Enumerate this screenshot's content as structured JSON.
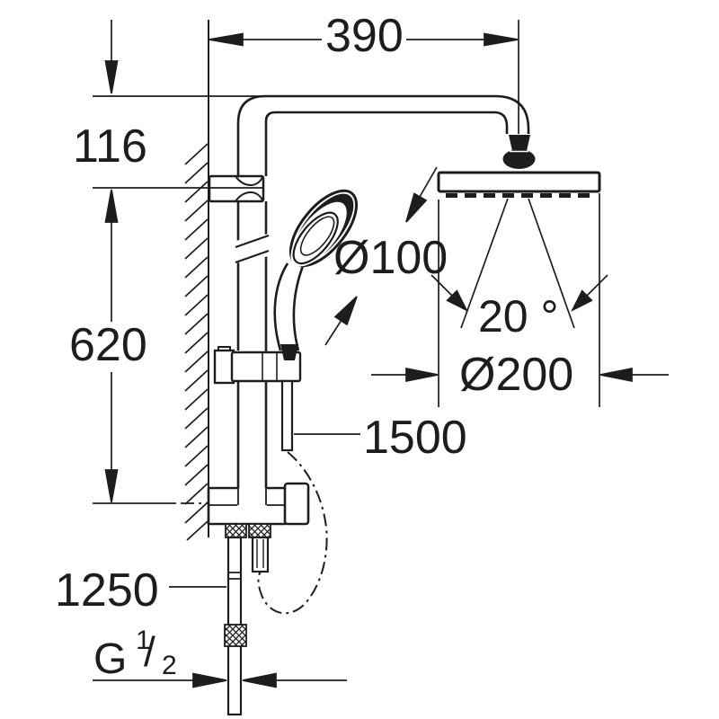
{
  "drawing": {
    "type": "technical-dimension-diagram",
    "subject": "wall-mounted shower system with head shower, hand shower, rail and supply hose",
    "line_color": "#1d1d1b",
    "background_color": "#ffffff",
    "dimensions": {
      "arm_projection": "390",
      "arm_height_offset": "116",
      "rail_mounting_distance": "620",
      "hand_shower_diameter": "Ø100",
      "spray_angle": "20 °",
      "head_shower_diameter": "Ø200",
      "shower_hose_length": "1500",
      "supply_hose_length": "1250",
      "connection_thread": {
        "prefix": "G",
        "numerator": "1",
        "slash": "/",
        "denominator": "2"
      }
    }
  }
}
